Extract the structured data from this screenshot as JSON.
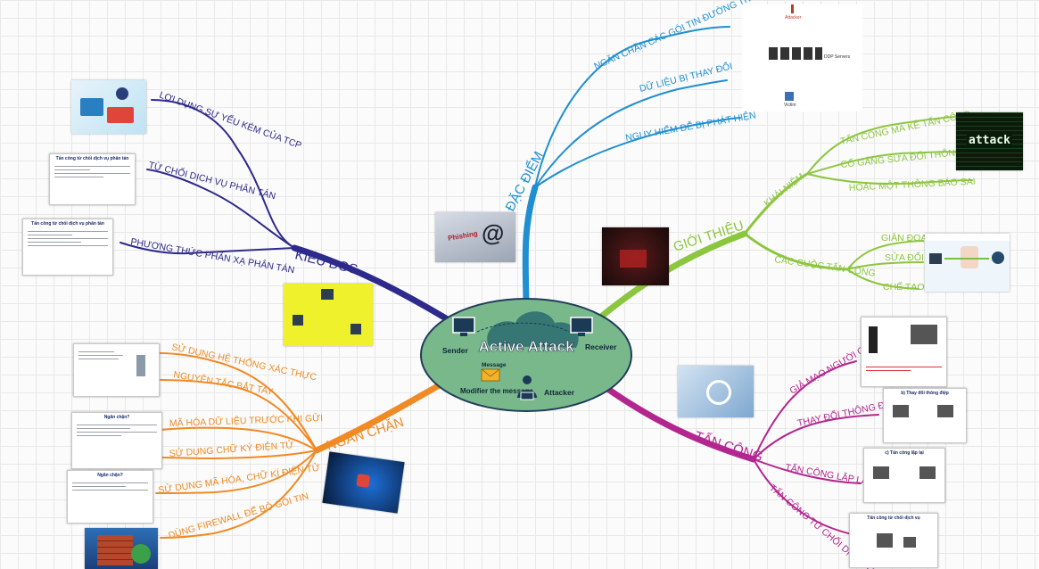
{
  "center": {
    "title": "Active Attack",
    "sender": "Sender",
    "receiver": "Receiver",
    "message": "Message",
    "modifier": "Modifier the message",
    "attacker": "Attacker"
  },
  "branches": {
    "kieu_dos": {
      "label": "KIỂU DOS",
      "color": "#2e2a8c",
      "items": [
        "LỢI DỤNG SỰ YẾU KÉM CỦA TCP",
        "TỪ CHỐI DỊCH VỤ PHÂN TÁN",
        "PHƯƠNG THỨC PHẢN XẠ PHÂN TÁN"
      ]
    },
    "dac_diem": {
      "label": "ĐẶC ĐIỂM",
      "color": "#1f8fd0",
      "items": [
        "NGĂN CHẶN CÁC GÓI TIN ĐƯỜNG TRUYỀN",
        "DỮ LIỆU BỊ THAY ĐỔI",
        "NGUY HIỂM DỄ BỊ PHÁT HIỆN"
      ]
    },
    "gioi_thieu": {
      "label": "GIỚI THIỆU",
      "color": "#8cc63f",
      "sub": [
        {
          "label": "KHÁI NIỆM",
          "items": [
            "TẤN CÔNG MÀ KẺ TẤN CÔNG",
            "CỐ GẮNG SỬA ĐỔI THÔNG TIN",
            "HOẶC MỘT THÔNG BÁO SAI"
          ]
        },
        {
          "label": "CÁC CUỘC TẤN CÔNG",
          "items": [
            "GIẢN ĐOẠN",
            "SỬA ĐỔI",
            "CHẾ TẠO"
          ]
        }
      ]
    },
    "tan_cong": {
      "label": "TẤN CÔNG",
      "color": "#b3268f",
      "items": [
        "GIẢ MẠO NGƯỜI GỬI",
        "THAY ĐỔI THÔNG ĐIỆP",
        "TẤN CÔNG LẶP LẠI",
        "TẤN CÔNG TỪ CHỐI DỊCH VỤ"
      ]
    },
    "ngan_chan": {
      "label": "NGĂN CHẶN",
      "color": "#f08a24",
      "items": [
        "SỬ DỤNG HỆ THỐNG XÁC THỰC",
        "NGUYÊN TẮC BẮT TAY",
        "MÃ HÓA DỮ LIỆU TRƯỚC KHI GỬI",
        "SỬ DỤNG CHỮ KÝ ĐIỆN TỬ",
        "SỬ DỤNG MÃ HÓA, CHỮ KÍ ĐIỆN TỬ",
        "DÙNG FIREWALL ĐỂ BỎ GÓI TIN"
      ]
    }
  },
  "thumbs": {
    "dos_slide_title": "Tấn công từ chối dịch vụ phân tán",
    "phishing": "Phishing",
    "at_sign": "@",
    "attack_text": "attack",
    "attacker": "Attacker",
    "ddos_servers": "DDP Servers",
    "victim": "Victim",
    "ngan_chan_q": "Ngăn chặn?",
    "thay_doi": "b) Thay đổi thông điệp",
    "lap_lai": "c) Tấn công lặp lại",
    "tu_choi": "Tấn công từ chối dịch vụ"
  }
}
